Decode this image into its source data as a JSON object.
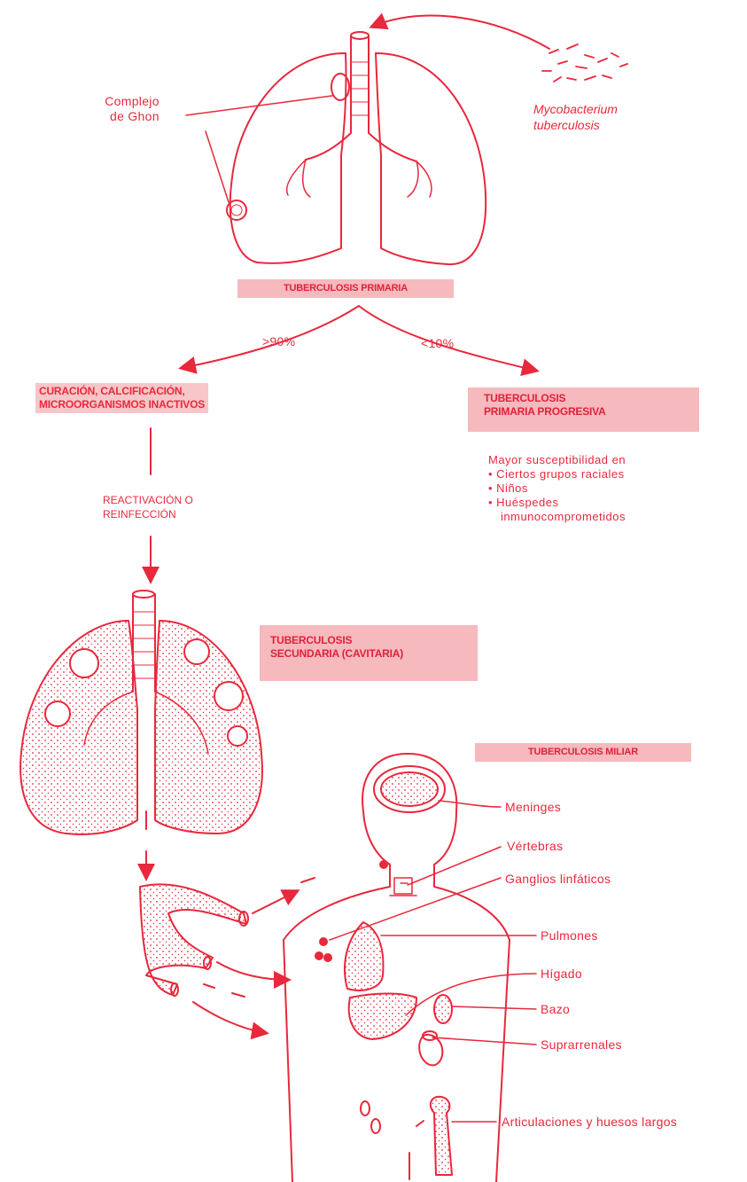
{
  "labels": {
    "ghon": [
      "Complejo",
      "de Ghon"
    ],
    "bacterium": [
      "Mycobacterium",
      "tuberculosis"
    ],
    "primary": "TUBERCULOSIS PRIMARIA",
    "pct_high": ">90%",
    "pct_low": "<10%",
    "healing": [
      "CURACIÓN, CALCIFICACIÓN,",
      "MICROORGANISMOS INACTIVOS"
    ],
    "progressive": [
      "TUBERCULOSIS",
      "PRIMARIA PROGRESIVA"
    ],
    "susceptibility_title": "Mayor susceptibilidad en",
    "susceptibility_items": [
      "Ciertos grupos raciales",
      "Niños",
      "Huéspedes",
      "inmunocomprometidos"
    ],
    "reactivation": [
      "REACTIVACIÓN O",
      "REINFECCIÓN"
    ],
    "secondary": [
      "TUBERCULOSIS",
      "SECUNDARIA (CAVITARIA)"
    ],
    "miliary": "TUBERCULOSIS MILIAR",
    "organs": [
      "Meninges",
      "Vértebras",
      "Ganglios linfáticos",
      "Pulmones",
      "Hígado",
      "Bazo",
      "Suprarrenales",
      "Articulaciones y huesos largos"
    ]
  },
  "colors": {
    "ink": "#e8283c",
    "highlight": "#f6b9bd"
  }
}
